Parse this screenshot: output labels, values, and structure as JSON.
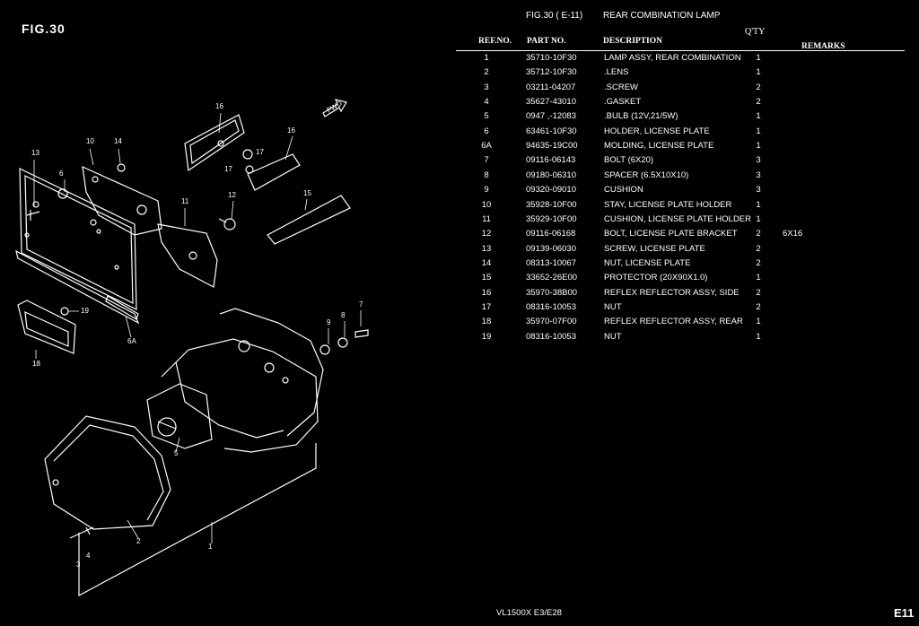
{
  "figure_label": "FIG.30",
  "fig_code": "FIG.30 ( E-11)",
  "fig_title": "REAR COMBINATION LAMP",
  "table": {
    "qty_group": "Q'TY",
    "headers": {
      "ref_no": "REF.NO.",
      "part_no": "PART NO.",
      "description": "DESCRIPTION",
      "remarks": "REMARKS"
    },
    "rows": [
      {
        "ref": "1",
        "part": "35710-10F30",
        "desc": "LAMP ASSY, REAR COMBINATION",
        "qty": "1",
        "remarks": ""
      },
      {
        "ref": "2",
        "part": "35712-10F30",
        "desc": ".LENS",
        "qty": "1",
        "remarks": ""
      },
      {
        "ref": "3",
        "part": "03211-04207",
        "desc": ".SCREW",
        "qty": "2",
        "remarks": ""
      },
      {
        "ref": "4",
        "part": "35627-43010",
        "desc": ".GASKET",
        "qty": "2",
        "remarks": ""
      },
      {
        "ref": "5",
        "part": "0947 ,-12083",
        "desc": ".BULB (12V,21/5W)",
        "qty": "1",
        "remarks": ""
      },
      {
        "ref": "6",
        "part": "63461-10F30",
        "desc": "HOLDER, LICENSE PLATE",
        "qty": "1",
        "remarks": ""
      },
      {
        "ref": "6A",
        "part": "94635-19C00",
        "desc": "MOLDING, LICENSE PLATE",
        "qty": "1",
        "remarks": ""
      },
      {
        "ref": "7",
        "part": "09116-06143",
        "desc": "BOLT (6X20)",
        "qty": "3",
        "remarks": ""
      },
      {
        "ref": "8",
        "part": "09180-06310",
        "desc": "SPACER (6.5X10X10)",
        "qty": "3",
        "remarks": ""
      },
      {
        "ref": "9",
        "part": "09320-09010",
        "desc": "CUSHION",
        "qty": "3",
        "remarks": ""
      },
      {
        "ref": "10",
        "part": "35928-10F00",
        "desc": "STAY, LICENSE PLATE HOLDER",
        "qty": "1",
        "remarks": ""
      },
      {
        "ref": "11",
        "part": "35929-10F00",
        "desc": "CUSHION, LICENSE PLATE HOLDER",
        "qty": "1",
        "remarks": ""
      },
      {
        "ref": "12",
        "part": "09116-06168",
        "desc": "BOLT, LICENSE PLATE BRACKET",
        "qty": "2",
        "remarks": "6X16"
      },
      {
        "ref": "13",
        "part": "09139-06030",
        "desc": "SCREW, LICENSE PLATE",
        "qty": "2",
        "remarks": ""
      },
      {
        "ref": "14",
        "part": "08313-10067",
        "desc": "NUT, LICENSE PLATE",
        "qty": "2",
        "remarks": ""
      },
      {
        "ref": "15",
        "part": "33652-26E00",
        "desc": "PROTECTOR (20X90X1.0)",
        "qty": "1",
        "remarks": ""
      },
      {
        "ref": "16",
        "part": "35970-38B00",
        "desc": "REFLEX REFLECTOR ASSY, SIDE",
        "qty": "2",
        "remarks": ""
      },
      {
        "ref": "17",
        "part": "08316-10053",
        "desc": "NUT",
        "qty": "2",
        "remarks": ""
      },
      {
        "ref": "18",
        "part": "35970-07F00",
        "desc": "REFLEX REFLECTOR ASSY, REAR",
        "qty": "1",
        "remarks": ""
      },
      {
        "ref": "19",
        "part": "08316-10053",
        "desc": "NUT",
        "qty": "1",
        "remarks": ""
      }
    ]
  },
  "diagram": {
    "fwd_label": "FWD",
    "callouts": [
      "1",
      "2",
      "3",
      "4",
      "5",
      "6",
      "6A",
      "7",
      "8",
      "9",
      "10",
      "11",
      "12",
      "13",
      "14",
      "15",
      "16",
      "16",
      "17",
      "17",
      "18",
      "19"
    ]
  },
  "footer": {
    "model": "VL1500X  E3/E28",
    "page_code": "E11"
  }
}
